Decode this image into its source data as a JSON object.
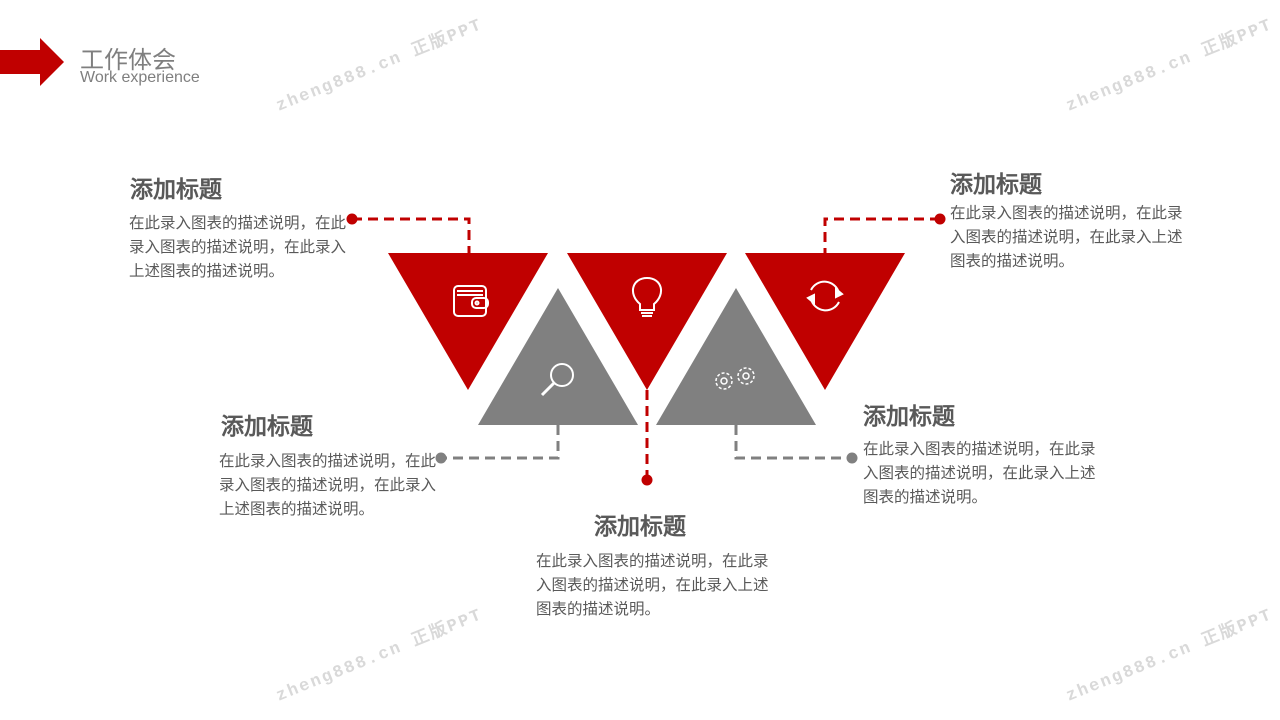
{
  "header": {
    "title_cn": "工作体会",
    "title_en": "Work experience"
  },
  "colors": {
    "red": "#c00000",
    "gray": "#808080"
  },
  "items": [
    {
      "title": "添加标题",
      "desc": "在此录入图表的描述说明，在此录入图表的描述说明，在此录入上述图表的描述说明。",
      "icon": "wallet-icon"
    },
    {
      "title": "添加标题",
      "desc": "在此录入图表的描述说明，在此录入图表的描述说明，在此录入上述图表的描述说明。",
      "icon": "search-icon"
    },
    {
      "title": "添加标题",
      "desc": "在此录入图表的描述说明，在此录入图表的描述说明，在此录入上述图表的描述说明。",
      "icon": "lightbulb-icon"
    },
    {
      "title": "添加标题",
      "desc": "在此录入图表的描述说明，在此录入图表的描述说明，在此录入上述图表的描述说明。",
      "icon": "gears-icon"
    },
    {
      "title": "添加标题",
      "desc": "在此录入图表的描述说明，在此录入图表的描述说明，在此录入上述图表的描述说明。",
      "icon": "refresh-icon"
    }
  ],
  "watermark": "zheng888.cn 正版PPT"
}
